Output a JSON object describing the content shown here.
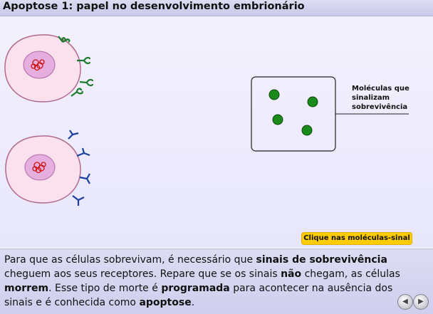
{
  "title": "Apoptose 1: papel no desenvolvimento embrionário",
  "molecule_label": [
    "Moléculas que",
    "sinalizam",
    "sobrevivência"
  ],
  "signal_button_label": "Clique nas moléculas-sinal",
  "explanation": [
    {
      "text": "Para que as células sobrevivam, é necessário que ",
      "bold": false
    },
    {
      "text": "sinais de sobrevivência",
      "bold": true
    },
    {
      "text": " cheguem aos seus receptores. Repare que se os sinais ",
      "bold": false
    },
    {
      "text": "não",
      "bold": true
    },
    {
      "text": " chegam, as células ",
      "bold": false
    },
    {
      "text": "morrem",
      "bold": true
    },
    {
      "text": ". Esse tipo de morte é ",
      "bold": false
    },
    {
      "text": "programada",
      "bold": true
    },
    {
      "text": " para acontecer na ausência dos sinais e é conhecida como ",
      "bold": false
    },
    {
      "text": "apoptose",
      "bold": true
    },
    {
      "text": ".",
      "bold": false
    }
  ],
  "icons": {
    "prev": "prev-arrow-icon",
    "next": "next-arrow-icon"
  },
  "colors": {
    "cell_fill": "#fbe0ee",
    "cell_stroke": "#b06a8c",
    "nucleus_fill": "#e6aede",
    "chromatin": "#cc1111",
    "receptor_green": "#1e7a2e",
    "receptor_blue": "#1c3fa0",
    "molecule_green": "#1a8a1a",
    "button_yellow": "#ffcc00"
  }
}
